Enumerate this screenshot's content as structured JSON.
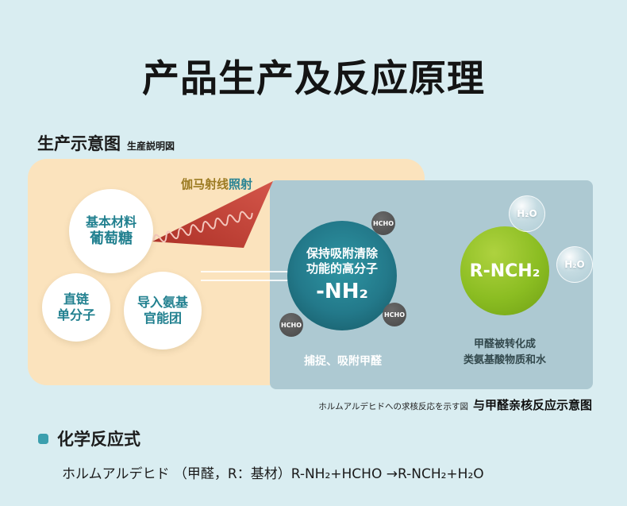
{
  "page": {
    "title": "产品生产及反应原理"
  },
  "section_header": {
    "label_cn": "生产示意图",
    "label_jp": "生産説明図"
  },
  "left_panel": {
    "beam_label": {
      "gold": "伽马射线",
      "teal": "照射"
    },
    "circles": {
      "material": {
        "line1": "基本材料",
        "line2": "葡萄糖"
      },
      "chain": {
        "line1": "直链",
        "line2": "单分子"
      },
      "amino": {
        "line1": "导入氨基",
        "line2": "官能团"
      }
    }
  },
  "right_panel": {
    "polymer_circle": {
      "line1": "保持吸附清除",
      "line2": "功能的高分子",
      "line3": "-NH₂"
    },
    "hcho": [
      "HCHO",
      "HCHO",
      "HCHO"
    ],
    "capture_caption": "捕捉、吸附甲醛",
    "product_circle": {
      "label": "R-NCH₂"
    },
    "h2o": [
      "H₂O",
      "H₂O"
    ],
    "product_caption": {
      "line1": "甲醛被转化成",
      "line2": "类氨基酸物质和水"
    }
  },
  "figure_caption": {
    "jp": "ホルムアルデヒドへの求核反応を示す図",
    "cn": "与甲醛亲核反应示意图"
  },
  "formula_section": {
    "heading": "化学反应式",
    "formula": "ホルムアルデヒド （甲醛，R：基材）R-NH₂+HCHO →R-NCH₂+H₂O"
  },
  "colors": {
    "background": "#d9edf1",
    "panel_left": "#fbe3bd",
    "panel_right": "#adc9d2",
    "teal_accent": "#2a8494",
    "green_circle": "#8bbd22",
    "beam_crimson": "#b03a2e"
  }
}
